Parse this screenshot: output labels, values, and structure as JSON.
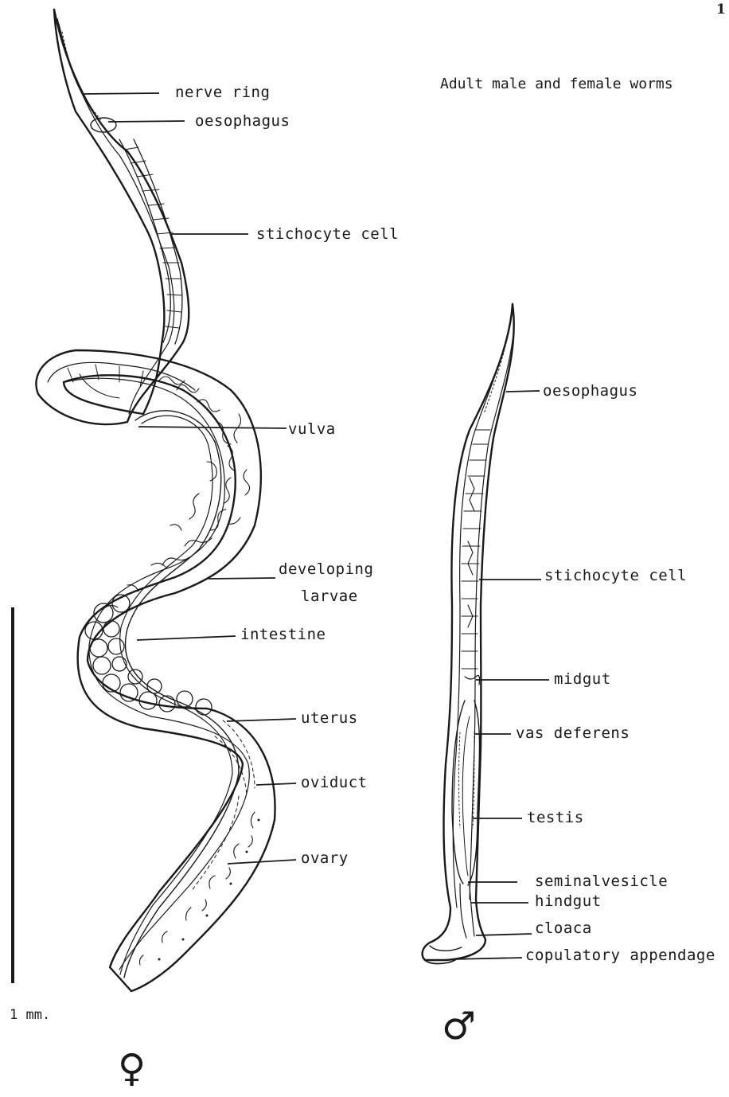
{
  "page_number": "1",
  "caption": "Adult male and female worms",
  "scale_label": "1 mm.",
  "symbols": {
    "female": "♀",
    "male": "♂"
  },
  "female_labels": {
    "nerve_ring": "nerve ring",
    "oesophagus": "oesophagus",
    "stichocyte_cell": "stichocyte cell",
    "vulva": "vulva",
    "developing_larvae_1": "developing",
    "developing_larvae_2": "larvae",
    "intestine": "intestine",
    "uterus": "uterus",
    "oviduct": "oviduct",
    "ovary": "ovary"
  },
  "male_labels": {
    "oesophagus": "oesophagus",
    "stichocyte_cell": "stichocyte cell",
    "midgut": "midgut",
    "vas_deferens": "vas deferens",
    "testis": "testis",
    "seminal_vesicle": "seminalvesicle",
    "hindgut": "hindgut",
    "cloaca": "cloaca",
    "copulatory_appendage": "copulatory appendage"
  }
}
